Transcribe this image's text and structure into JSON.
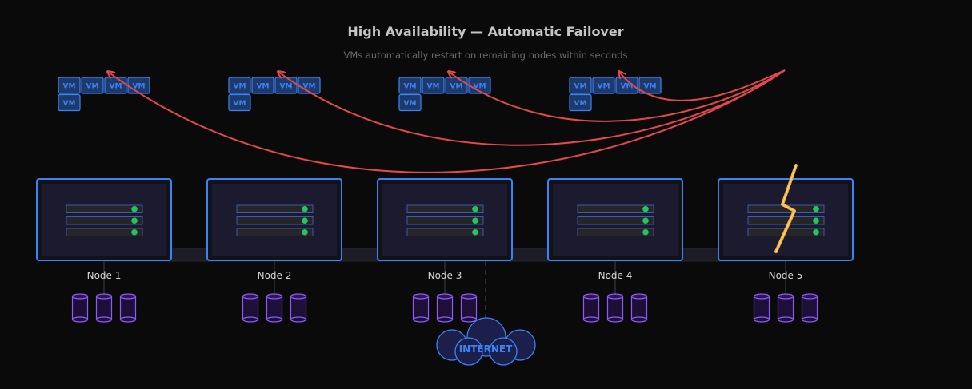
{
  "header": {
    "title": "High Availability — Automatic Failover",
    "subtitle": "VMs automatically restart on remaining nodes within seconds"
  },
  "colors": {
    "background": "#0a0a0b",
    "node_border": "#3b82f6",
    "node_fill": "#1c1a2e",
    "vm_fill": "#1e3a6b",
    "vm_border": "#3b82f6",
    "status_ok": "#22c55e",
    "failover_arrow": "#e5484d",
    "failure_bolt": "#f5b041",
    "disk": "#8b5cf6",
    "internet": "#3b82f6"
  },
  "nodes": [
    {
      "label": "Node 1",
      "vm_count": 5,
      "disk_count": 3,
      "failed": false
    },
    {
      "label": "Node 2",
      "vm_count": 5,
      "disk_count": 3,
      "failed": false
    },
    {
      "label": "Node 3",
      "vm_count": 5,
      "disk_count": 3,
      "failed": false
    },
    {
      "label": "Node 4",
      "vm_count": 5,
      "disk_count": 3,
      "failed": false
    },
    {
      "label": "Node 5",
      "vm_count": 0,
      "disk_count": 3,
      "failed": true
    }
  ],
  "vm_label": "VM",
  "server_slots_per_node": 3,
  "failure_icon": "lightning-bolt-icon",
  "failover": {
    "from": "Node 5",
    "to": [
      "Node 1",
      "Node 2",
      "Node 3",
      "Node 4"
    ]
  },
  "internet": {
    "label": "INTERNET",
    "connected_to": "Node 3"
  }
}
